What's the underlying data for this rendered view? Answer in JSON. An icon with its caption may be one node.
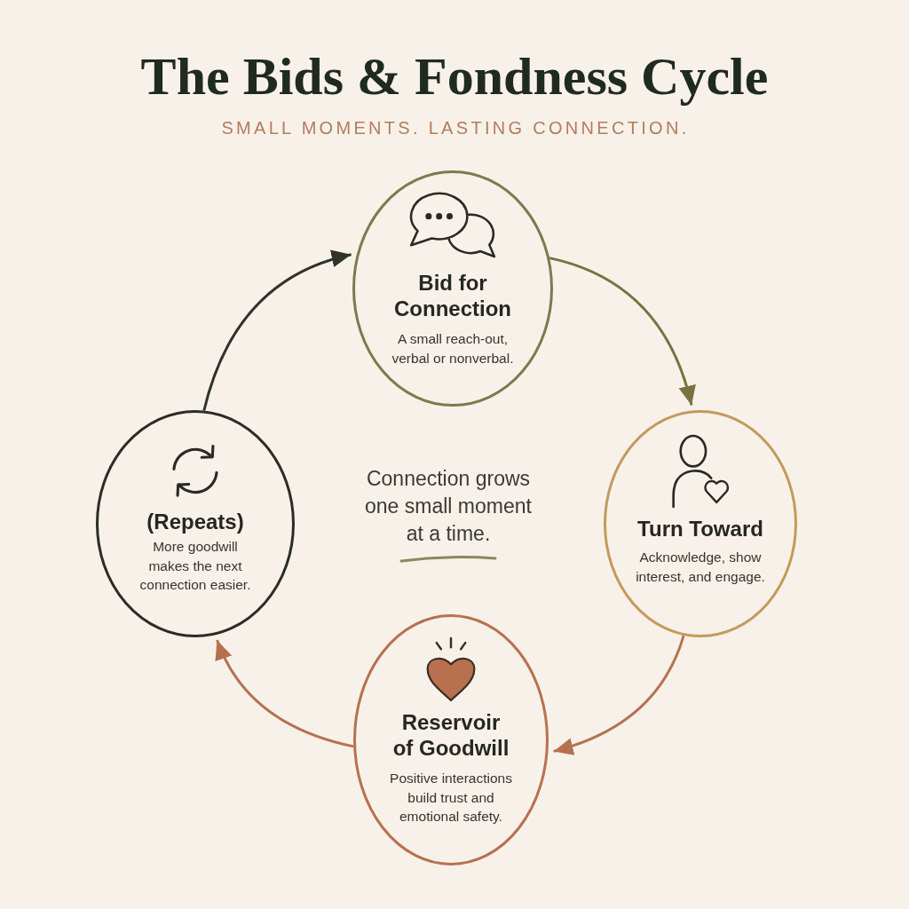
{
  "diagram": {
    "title": "The Bids & Fondness Cycle",
    "nodes": [
      {
        "text": [
          "Bid for Connection",
          "A small reach-out, verbal or nonverbal."
        ]
      },
      {
        "text": [
          "Turn Toward",
          "Acknowledge, show interest, and engage."
        ]
      },
      {
        "text": [
          "Reservoir of Goodwill",
          "Positive interactions build trust and emotional safety."
        ]
      },
      {
        "text": [
          "(Repeats)",
          "More goodwill makes the next connection easier."
        ]
      }
    ],
    "edges": [
      {
        "from": 0,
        "to": 1,
        "arrow": "to",
        "color": "#77723f"
      },
      {
        "from": 1,
        "to": 2,
        "arrow": "to"
      },
      {
        "from": 2,
        "to": 3,
        "arrow": "to"
      },
      {
        "from": 3,
        "to": 0,
        "arrow": "to",
        "color": "#2f3329"
      }
    ],
    "labels": [
      "SMALL MOMENTS. LASTING CONNECTION.",
      "Connection grows one small moment at a time."
    ]
  }
}
